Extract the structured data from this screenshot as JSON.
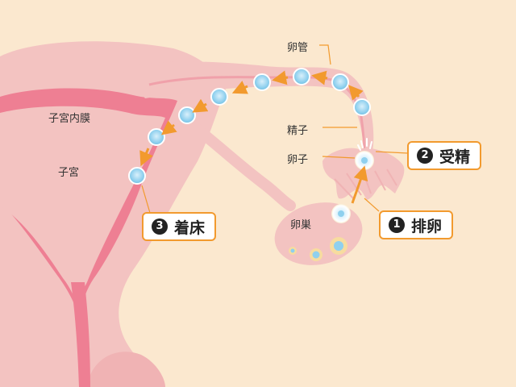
{
  "labels": {
    "oviduct": "卵管",
    "endometrium": "子宮内膜",
    "sperm": "精子",
    "ovum": "卵子",
    "uterus": "子宮",
    "ovary": "卵巣"
  },
  "callouts": {
    "ovulation": {
      "num": "1",
      "text": "排卵"
    },
    "fertilization": {
      "num": "2",
      "text": "受精"
    },
    "implantation": {
      "num": "3",
      "text": "着床"
    }
  },
  "colors": {
    "background": "#fbe8cf",
    "tissue_light": "#f3c3c1",
    "tissue_mid": "#f0b3b4",
    "endometrium": "#ee7f93",
    "accent": "#f29a2e",
    "cell": "#8fd0ee"
  }
}
